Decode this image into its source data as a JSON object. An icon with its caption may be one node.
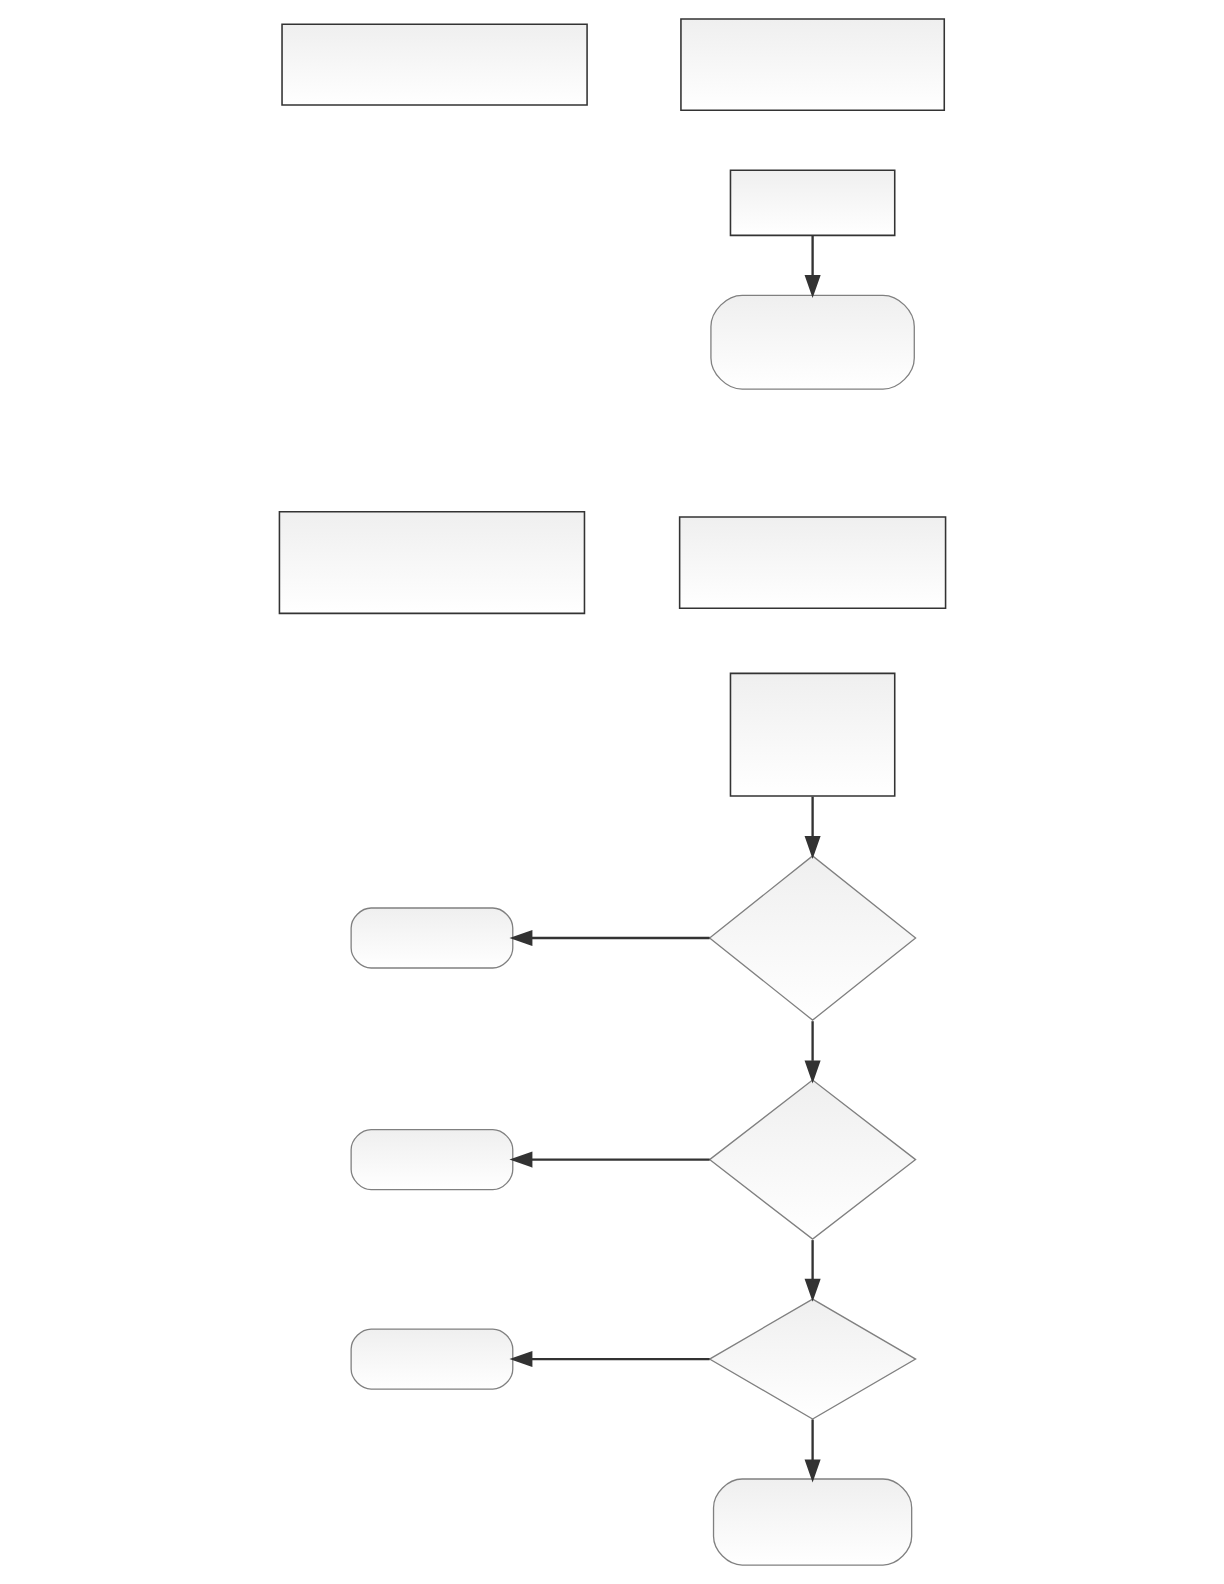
{
  "diagram": {
    "nodes": [
      {
        "text": [],
        "shape": "box"
      },
      {
        "text": [],
        "shape": "box"
      },
      {
        "text": [],
        "shape": "box"
      },
      {
        "text": [],
        "shape": "oval"
      },
      {
        "text": [],
        "shape": "box"
      },
      {
        "text": [],
        "shape": "box"
      },
      {
        "text": [],
        "shape": "box"
      },
      {
        "text": [],
        "shape": "diamond"
      },
      {
        "text": [],
        "shape": "oval"
      },
      {
        "text": [],
        "shape": "diamond"
      },
      {
        "text": [],
        "shape": "oval"
      },
      {
        "text": [],
        "shape": "diamond"
      },
      {
        "text": [],
        "shape": "oval"
      },
      {
        "text": [],
        "shape": "oval"
      }
    ],
    "edges": [
      {
        "from": 2,
        "to": 3,
        "arrow": "to"
      },
      {
        "from": 6,
        "to": 7,
        "arrow": "to"
      },
      {
        "from": 7,
        "to": 8,
        "arrow": "to"
      },
      {
        "from": 7,
        "to": 9,
        "arrow": "to"
      },
      {
        "from": 9,
        "to": 10,
        "arrow": "to"
      },
      {
        "from": 9,
        "to": 11,
        "arrow": "to"
      },
      {
        "from": 11,
        "to": 12,
        "arrow": "to"
      },
      {
        "from": 11,
        "to": 13,
        "arrow": "to"
      }
    ]
  }
}
